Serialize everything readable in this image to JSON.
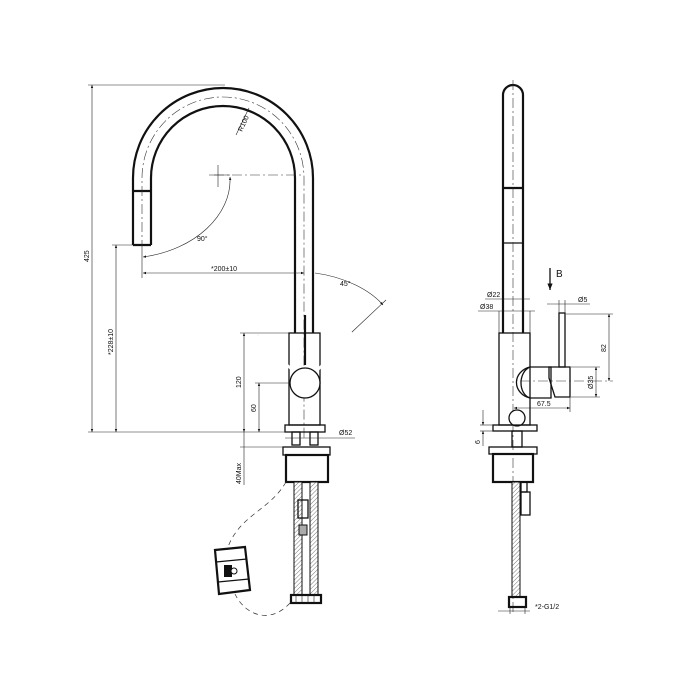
{
  "drawing": {
    "title": "Kitchen faucet technical drawing",
    "front_view": {
      "labels": {
        "radius": "R100",
        "spout_angle": "90°",
        "reach": "*200±10",
        "swivel_angle": "45°",
        "total_height": "425",
        "spout_height": "*228±10",
        "body_height": "120",
        "handle_height": "60",
        "base_diameter": "Ø52",
        "deck_thickness": "40Max"
      }
    },
    "side_view": {
      "labels": {
        "view_marker": "B",
        "spout_diameter": "Ø22",
        "body_diameter": "Ø38",
        "lever_diameter": "Ø5",
        "lever_height": "82",
        "handle_diameter": "Ø35",
        "handle_reach": "67.5",
        "plate_thickness": "6",
        "connection": "*2-G1/2"
      }
    }
  }
}
